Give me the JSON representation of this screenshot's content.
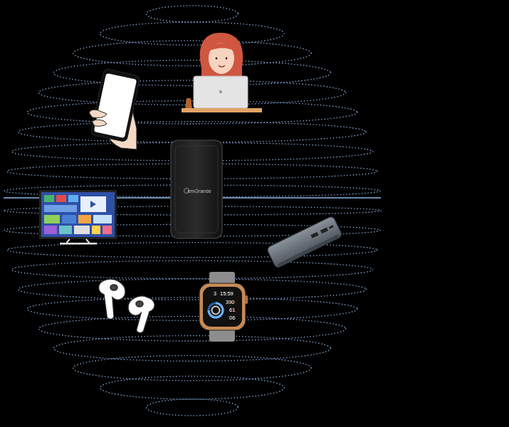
{
  "diagram": {
    "nodes": [
      {
        "text": [
          "emGrande"
        ]
      }
    ],
    "labels": [
      "3",
      "15:59",
      "390",
      "61",
      "06"
    ]
  }
}
